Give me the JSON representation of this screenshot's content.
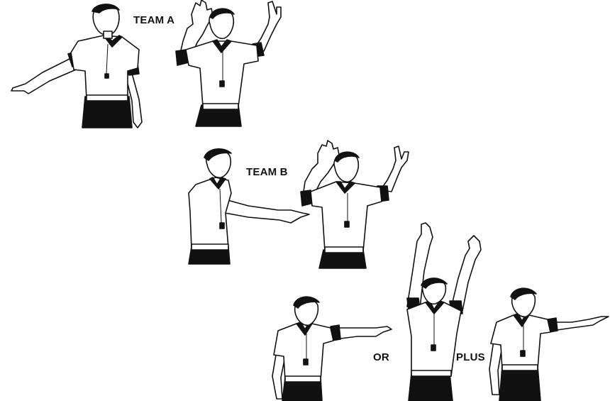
{
  "labels": {
    "team_a": "TEAM A",
    "team_b": "TEAM B",
    "or": "OR",
    "plus": "PLUS"
  },
  "figures": [
    {
      "id": "ref-a-point",
      "pose": "point-left",
      "icon": "referee-pointing-icon"
    },
    {
      "id": "ref-a-count",
      "pose": "both-hands-fingers",
      "icon": "referee-signal-icon"
    },
    {
      "id": "ref-b-point",
      "pose": "point-right",
      "icon": "referee-pointing-icon"
    },
    {
      "id": "ref-b-count",
      "pose": "both-hands-fingers",
      "icon": "referee-signal-icon"
    },
    {
      "id": "ref-c-point",
      "pose": "point-right",
      "icon": "referee-pointing-icon"
    },
    {
      "id": "ref-c-thumbs",
      "pose": "both-thumbs-up",
      "icon": "referee-thumbs-up-icon"
    },
    {
      "id": "ref-c-point2",
      "pose": "point-right",
      "icon": "referee-pointing-icon"
    }
  ],
  "colors": {
    "ink": "#111111",
    "shirt": "#ffffff",
    "trousers": "#111111",
    "background": "#ffffff"
  }
}
